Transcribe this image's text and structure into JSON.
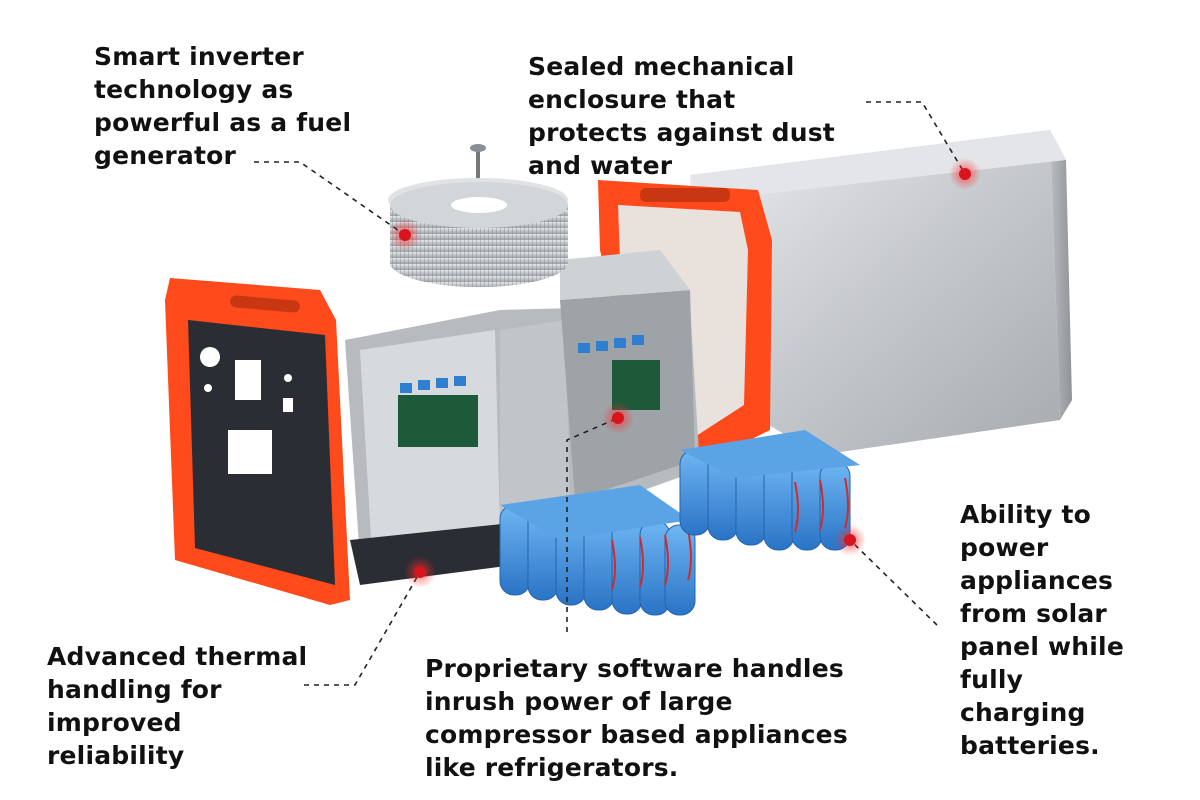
{
  "callouts": {
    "inverter": "Smart inverter technology as powerful as a fuel generator",
    "enclosure": "Sealed mechanical enclosure that protects against dust and water",
    "thermal": "Advanced thermal handling for improved reliability",
    "software": "Proprietary software handles inrush power of large compressor based appliances like refrigerators.",
    "solar": "Ability to power appliances from solar panel while fully charging batteries."
  },
  "colors": {
    "accent": "#ff4a1c",
    "marker": "#d8141e",
    "battery": "#3f8fdc",
    "metal": "#c9ccd0",
    "panel": "#2a2d33",
    "text": "#111111"
  }
}
